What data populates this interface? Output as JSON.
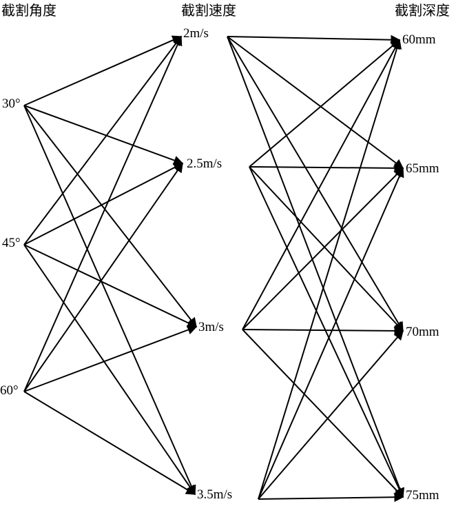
{
  "columns": [
    {
      "id": "angle",
      "header": "截割角度",
      "nodes": [
        "30°",
        "45°",
        "60°"
      ]
    },
    {
      "id": "speed",
      "header": "截割速度",
      "nodes": [
        "2m/s",
        "2.5m/s",
        "3m/s",
        "3.5m/s"
      ]
    },
    {
      "id": "depth",
      "header": "截割深度",
      "nodes": [
        "60mm",
        "65mm",
        "70mm",
        "75mm"
      ]
    }
  ],
  "edges": [
    {
      "from": "angle",
      "to": "speed",
      "pattern": "all-to-all"
    },
    {
      "from": "speed",
      "to": "depth",
      "pattern": "all-to-all"
    }
  ]
}
